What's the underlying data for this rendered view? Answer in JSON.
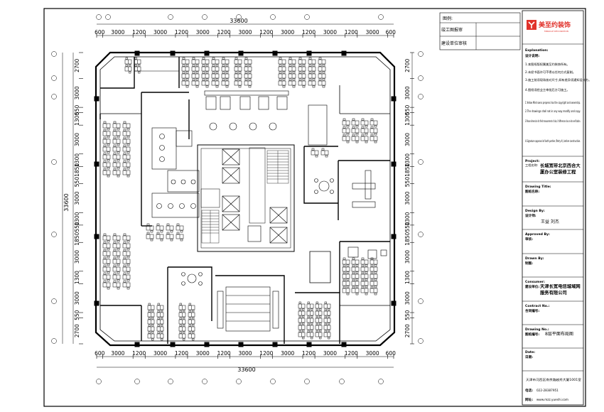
{
  "legend": {
    "title": "图例:",
    "row1": "竣工图报审",
    "row2": "建设单位审核"
  },
  "brand": {
    "name": "美至约装饰",
    "sub": "MIRACLE DECORATION",
    "color": "#e1322b"
  },
  "dimensions": {
    "total_h": "33600",
    "total_v": "33600",
    "top_segments": [
      "600",
      "3000",
      "1200",
      "3000",
      "1200",
      "3000",
      "1200",
      "3000",
      "1200",
      "3000",
      "1200",
      "3000",
      "1200",
      "3000",
      "600"
    ],
    "left_segments": [
      "2700",
      "3000",
      "550",
      "1300",
      "3000",
      "1300",
      "5501850",
      "3000",
      "1300",
      "1850550",
      "3000",
      "1300",
      "3000",
      "550",
      "2700"
    ],
    "right_segments": [
      "2700",
      "3000",
      "550",
      "1300",
      "3000",
      "1300",
      "5501850",
      "3000",
      "1300",
      "1850550",
      "3000",
      "1300",
      "3000",
      "550",
      "2700"
    ]
  },
  "titleblock": {
    "explanation_label": "Explanation:",
    "design_notes_label": "设计说明:",
    "notes_cn": [
      "1.本图纸版权属美至约装饰所有。",
      "2.未经书面许可不得以任何方式复制。",
      "3.施工前须现场核对尺寸,如有差异须通知设计方。",
      "4.图纸须经业主审批后方可施工。"
    ],
    "notes_en": [
      "1.Yellow Mind owns prepress has the copyright and ownership.",
      "2.The drawings shall not in any way modify and copy.",
      "3.Please dimension for field measurement of size, if differences do on-site verification.",
      "4.Signature approval of both parties (Party A), before construction."
    ],
    "project_label": "Project:",
    "project_label_cn": "工程名称:",
    "project_value": "长城宽带北京西合大厦办公室装修工程",
    "drawing_title_label": "Drawing Title:",
    "drawing_title_cn": "图纸名称:",
    "design_by_label": "Design By:",
    "design_by_cn": "设计师:",
    "design_by_value": "王益  刘杰",
    "approved_label": "Approved By:",
    "approved_cn": "审核:",
    "drawn_label": "Drawn By:",
    "drawn_cn": "制图:",
    "consumer_label": "Consumer:",
    "consumer_cn": "建设单位:",
    "consumer_value": "天津长宽电信城域网服务有限公司",
    "contract_label": "Contract No.:",
    "contract_cn": "合同编号:",
    "drawing_no_label": "Drawing No.:",
    "drawing_no_cn": "图纸编号:",
    "drawing_no_value": "8层平面布局图",
    "date_label": "Date:",
    "date_cn": "日期:",
    "address": "天津市河西区南京路越秀大厦1001室",
    "tel_label": "电话:",
    "tel_value": "022-28387951",
    "web_label": "网址:",
    "web_value": "www.mzz.yueshi.com"
  }
}
